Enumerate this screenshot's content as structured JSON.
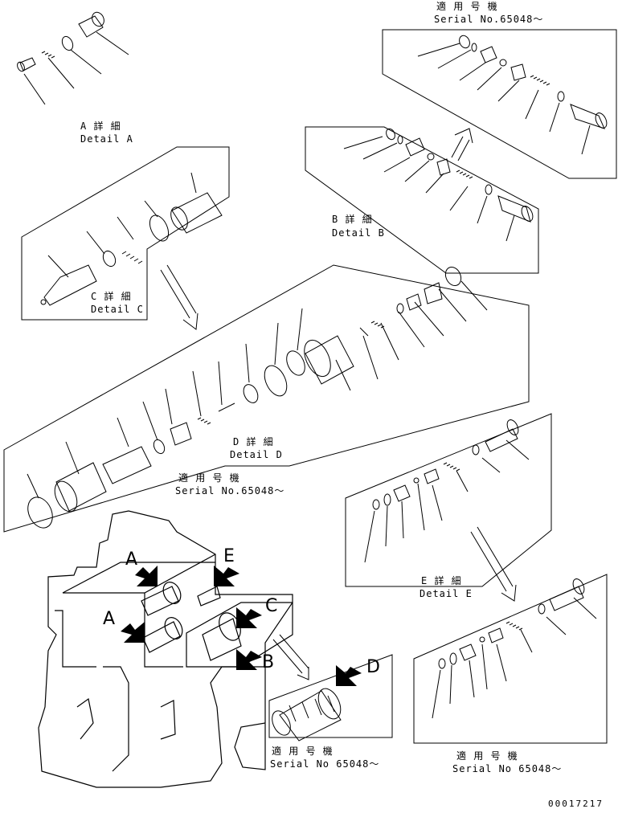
{
  "detail_a": {
    "jp": "A 詳 細",
    "en": "Detail A"
  },
  "detail_b": {
    "jp": "B 詳 細",
    "en": "Detail B"
  },
  "detail_c": {
    "jp": "C 詳 細",
    "en": "Detail C"
  },
  "detail_d": {
    "jp": "D 詳 細",
    "en": "Detail D"
  },
  "detail_e": {
    "jp": "E 詳 細",
    "en": "Detail E"
  },
  "serial_top": {
    "jp": "適 用 号 機",
    "en": "Serial No.65048～"
  },
  "serial_d": {
    "jp": "適 用 号 機",
    "en": "Serial No.65048～"
  },
  "serial_valve": {
    "jp": "適 用 号 機",
    "en": "Serial No 65048～"
  },
  "serial_e": {
    "jp": "適 用 号 機",
    "en": "Serial No 65048～"
  },
  "callouts": {
    "a1": "A",
    "a2": "A",
    "b": "B",
    "c": "C",
    "d": "D",
    "e": "E"
  },
  "drawing_code": "00017217"
}
